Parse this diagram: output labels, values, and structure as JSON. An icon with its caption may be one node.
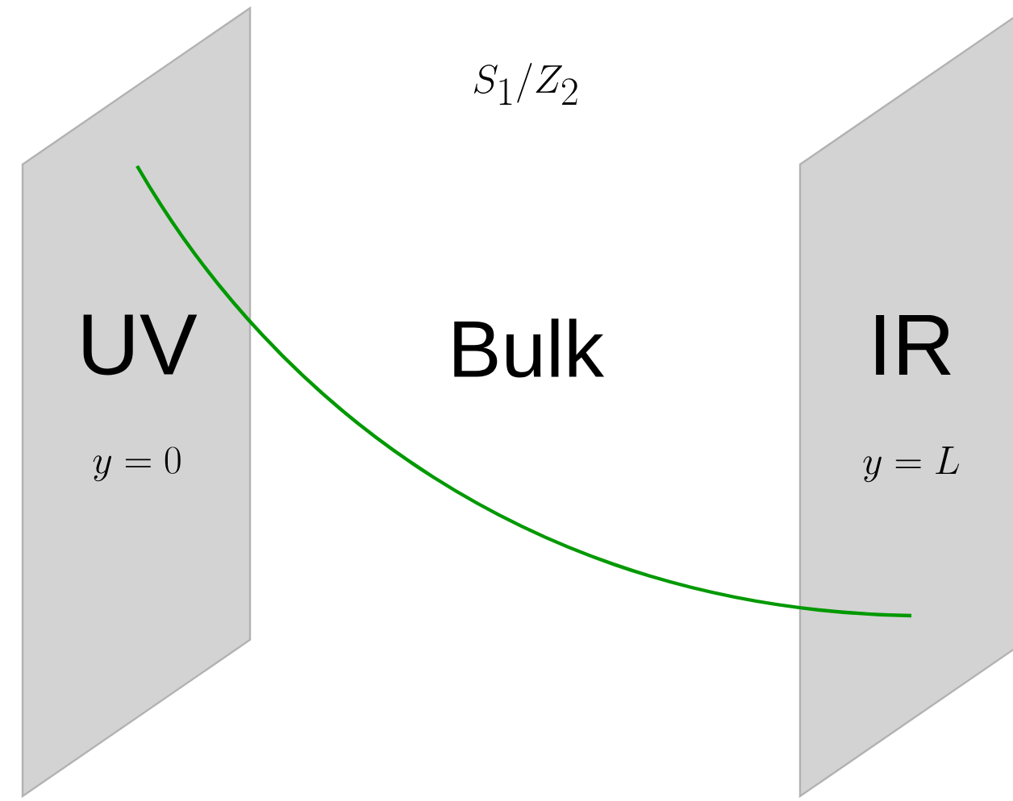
{
  "diagram": {
    "nodes": [
      {
        "text": [
          "UV",
          "y = 0"
        ]
      },
      {
        "text": [
          "IR",
          "y = L"
        ]
      }
    ],
    "labels": [
      "S_1/Z_2",
      "Bulk"
    ]
  }
}
